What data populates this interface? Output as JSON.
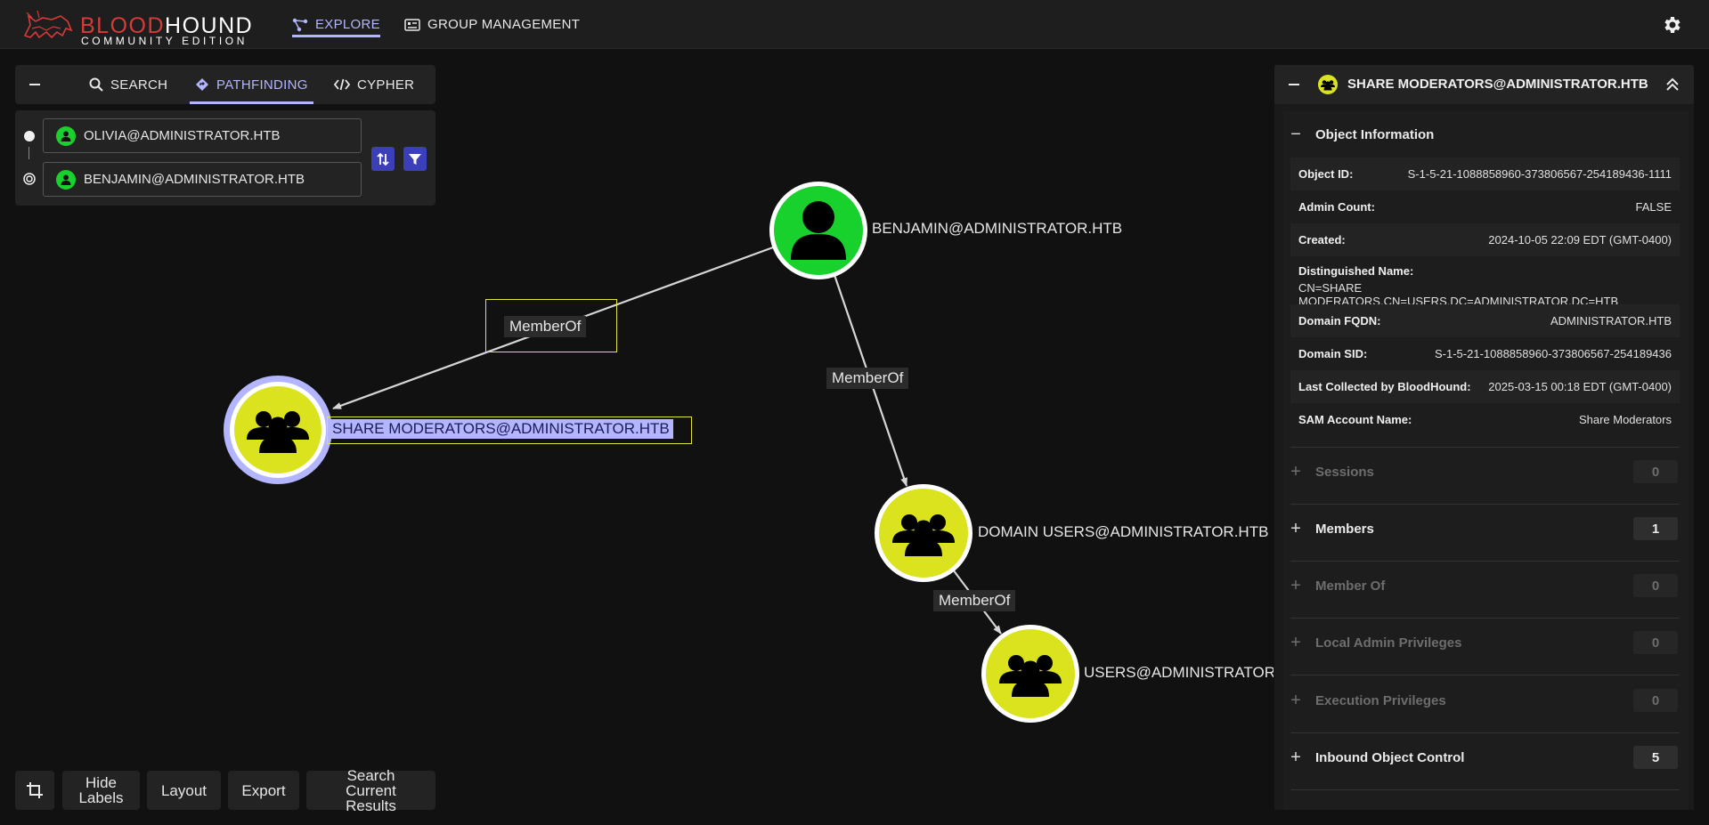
{
  "app": {
    "logo_word1": "BLOOD",
    "logo_word2": "HOUND",
    "logo_sub": "COMMUNITY EDITION"
  },
  "topnav": {
    "explore": "EXPLORE",
    "group_management": "GROUP MANAGEMENT"
  },
  "search_tabs": {
    "search": "SEARCH",
    "pathfinding": "PATHFINDING",
    "cypher": "CYPHER",
    "active": "pathfinding"
  },
  "pathfinding": {
    "start": "OLIVIA@ADMINISTRATOR.HTB",
    "end": "BENJAMIN@ADMINISTRATOR.HTB"
  },
  "graph": {
    "nodes": {
      "benjamin": "BENJAMIN@ADMINISTRATOR.HTB",
      "share_moderators": "SHARE MODERATORS@ADMINISTRATOR.HTB",
      "domain_users": "DOMAIN USERS@ADMINISTRATOR.HTB",
      "users": "USERS@ADMINISTRATOR.HTB"
    },
    "edges": {
      "e1": "MemberOf",
      "e2": "MemberOf",
      "e3": "MemberOf"
    }
  },
  "bottom_controls": {
    "hide_labels": "Hide Labels",
    "layout": "Layout",
    "export": "Export",
    "search_current": "Search Current Results"
  },
  "entity_panel": {
    "title": "SHARE MODERATORS@ADMINISTRATOR.HTB",
    "object_info_title": "Object Information",
    "fields": {
      "object_id_k": "Object ID:",
      "object_id_v": "S-1-5-21-1088858960-373806567-254189436-1111",
      "admin_count_k": "Admin Count:",
      "admin_count_v": "FALSE",
      "created_k": "Created:",
      "created_v": "2024-10-05 22:09 EDT (GMT-0400)",
      "dn_k": "Distinguished Name:",
      "dn_v": "CN=SHARE MODERATORS,CN=USERS,DC=ADMINISTRATOR,DC=HTB",
      "fqdn_k": "Domain FQDN:",
      "fqdn_v": "ADMINISTRATOR.HTB",
      "sid_k": "Domain SID:",
      "sid_v": "S-1-5-21-1088858960-373806567-254189436",
      "collected_k": "Last Collected by BloodHound:",
      "collected_v": "2025-03-15 00:18 EDT (GMT-0400)",
      "sam_k": "SAM Account Name:",
      "sam_v": "Share Moderators"
    },
    "sections": {
      "sessions": "Sessions",
      "sessions_count": "0",
      "members": "Members",
      "members_count": "1",
      "member_of": "Member Of",
      "member_of_count": "0",
      "local_admin": "Local Admin Privileges",
      "local_admin_count": "0",
      "execution": "Execution Privileges",
      "execution_count": "0",
      "inbound": "Inbound Object Control",
      "inbound_count": "5"
    }
  },
  "colors": {
    "accent": "#b3b5ff",
    "user_node": "#19d12c",
    "group_node": "#dbe31f",
    "brand_red": "#d83a3a"
  }
}
